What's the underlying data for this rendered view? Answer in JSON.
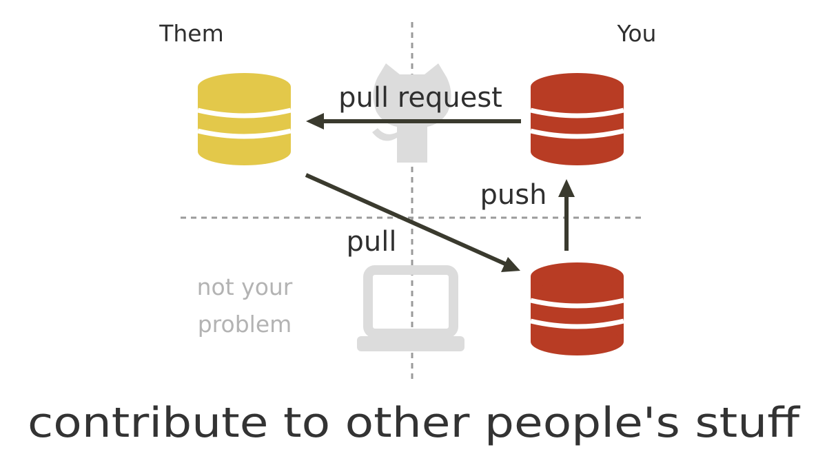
{
  "columns": {
    "left": "Them",
    "right": "You"
  },
  "actions": {
    "pull_request": "pull request",
    "push": "push",
    "pull": "pull"
  },
  "note": {
    "line1": "not your",
    "line2": "problem"
  },
  "caption": "contribute to other people's stuff",
  "icons": {
    "upstream_repo": "database-icon",
    "fork_repo": "database-icon",
    "local_repo": "database-icon",
    "github": "github-octocat-icon",
    "computer": "laptop-icon"
  },
  "colors": {
    "them_repo": "#e3c84a",
    "your_repo": "#b83c24",
    "arrow": "#3a3a2e",
    "divider": "#9a9a9a",
    "faded": "#b3b3b3",
    "watermark_icon": "#dcdcdc"
  }
}
